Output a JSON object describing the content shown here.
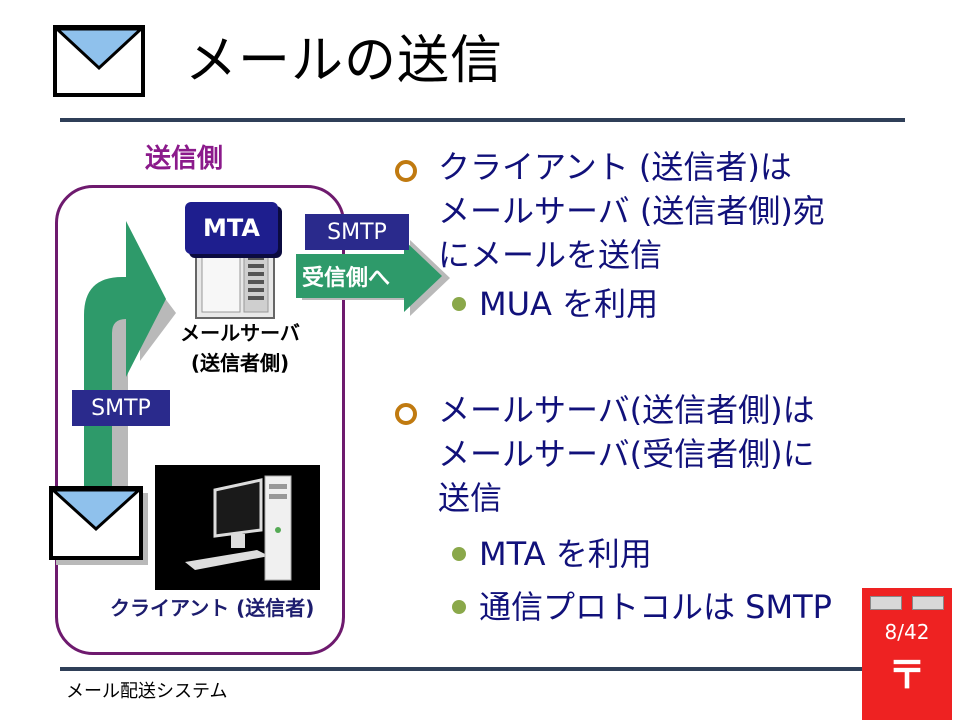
{
  "slide": {
    "title": "メールの送信",
    "sender_side_label": "送信側",
    "left_smtp_label": "SMTP",
    "top_smtp_label": "SMTP",
    "mta_label": "MTA",
    "to_receiver_label": "受信側へ",
    "server_label_line1": "メールサーバ",
    "server_label_line2": "(送信者側)",
    "client_label": "クライアント (送信者)",
    "footer": "メール配送システム",
    "page_number": "8/42",
    "postal_mark": "〒"
  },
  "bullets": [
    {
      "lines": [
        "クライアント (送信者)は",
        "メールサーバ (送信者側)宛",
        "にメールを送信"
      ],
      "subs": [
        "MUA を利用"
      ]
    },
    {
      "lines": [
        "メールサーバ(送信者側)は",
        "メールサーバ(受信者側)に",
        "送信"
      ],
      "subs": [
        "MTA を利用",
        "通信プロトコルは SMTP"
      ]
    }
  ],
  "icons": {
    "title_icon": "envelope-icon",
    "client_icon": "envelope-icon",
    "server": "server-tower-icon",
    "client_pc": "desktop-computer-icon",
    "postbox": "postbox-icon"
  },
  "colors": {
    "rule": "#2f3f58",
    "panel_border": "#6e1a6e",
    "sender_label": "#8b1a8b",
    "bullet_text": "#11117a",
    "arrow_green": "#2e9a6a",
    "badge": "#2a2a8c",
    "postbox": "#ee2222"
  }
}
